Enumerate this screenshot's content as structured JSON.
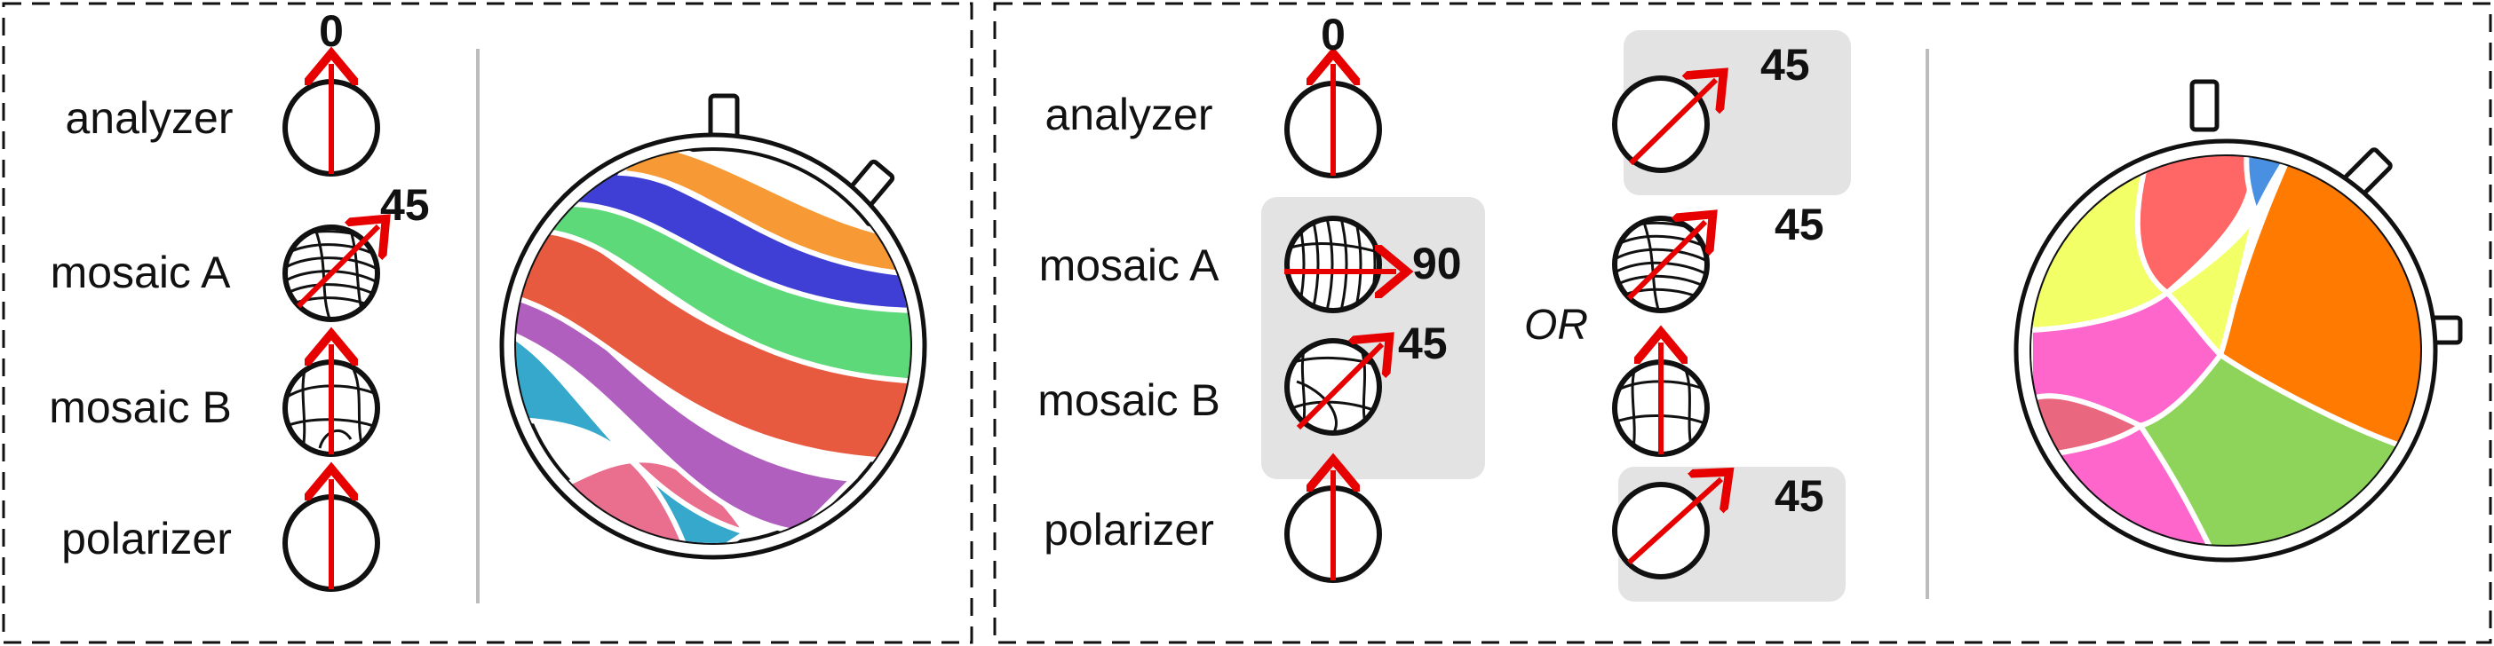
{
  "colors": {
    "arrow": "#e60000",
    "highlight_bg": "#e3e3e3",
    "divider": "#bdbdbd",
    "left_band_colors": [
      "#f79a35",
      "#3f3fd6",
      "#5ed97a",
      "#e85a40",
      "#b05fbf",
      "#36a8cc",
      "#ea6f8e"
    ],
    "right_region_colors": [
      "#f2ff66",
      "#ff6666",
      "#4a90e2",
      "#ff7a00",
      "#ff66cc",
      "#e9687f",
      "#8ed45a"
    ]
  },
  "left_panel": {
    "labels": {
      "analyzer": "analyzer",
      "mosaic_a": "mosaic A",
      "mosaic_b": "mosaic B",
      "polarizer": "polarizer"
    },
    "angles": {
      "analyzer": "0",
      "mosaic_a": "45"
    },
    "icons": [
      "analyzer-polarizer-icon",
      "mosaic-a-icon",
      "mosaic-b-icon",
      "polarizer-icon",
      "arrow-icon",
      "viewer-icon"
    ]
  },
  "right_panel": {
    "labels": {
      "analyzer": "analyzer",
      "mosaic_a": "mosaic A",
      "mosaic_b": "mosaic B",
      "polarizer": "polarizer"
    },
    "angles": {
      "analyzer": "0",
      "mosaic_a": "90",
      "mosaic_b": "45",
      "alt_analyzer": "45",
      "alt_mosaic_a": "45",
      "alt_polarizer": "45"
    },
    "or_label": "OR"
  }
}
